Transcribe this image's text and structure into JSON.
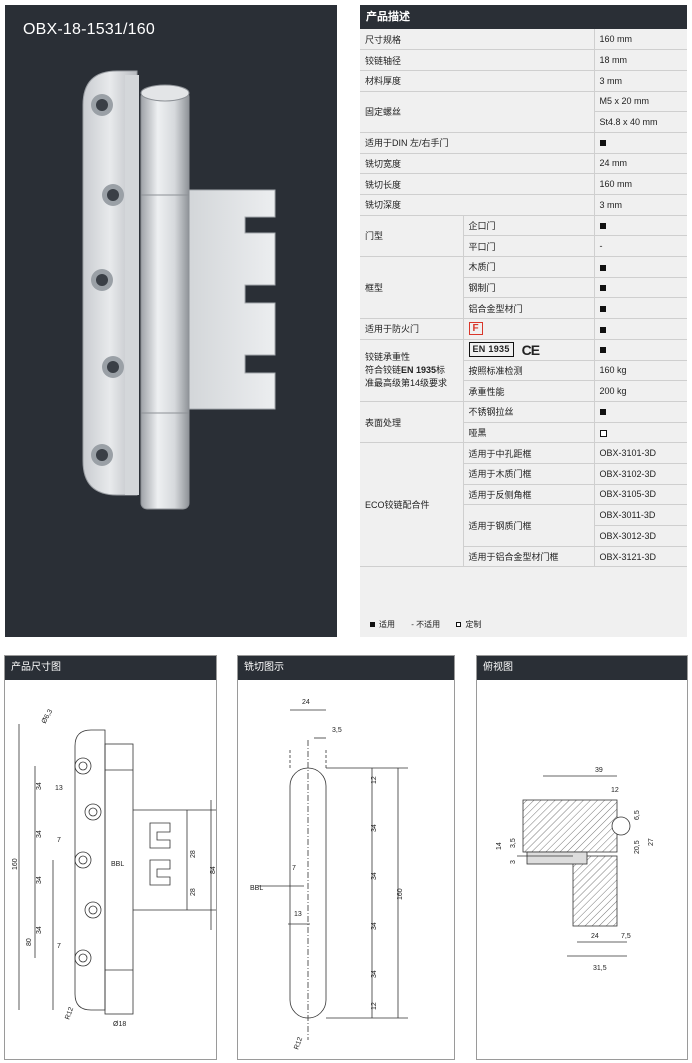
{
  "product": {
    "title": "OBX-18-1531/160"
  },
  "spec": {
    "header": "产品描述",
    "rows": {
      "size": {
        "label": "尺寸规格",
        "value": "160 mm"
      },
      "axis": {
        "label": "铰链轴径",
        "value": "18 mm"
      },
      "thickness": {
        "label": "材料厚度",
        "value": "3 mm"
      },
      "screws": {
        "label": "固定螺丝",
        "value1": "M5 x 20 mm",
        "value2": "St4.8 x 40 mm"
      },
      "din": {
        "label": "适用于DIN  左/右手门"
      },
      "cut_width": {
        "label": "铣切宽度",
        "value": "24 mm"
      },
      "cut_length": {
        "label": "铣切长度",
        "value": "160 mm"
      },
      "cut_depth": {
        "label": "铣切深度",
        "value": "3 mm"
      },
      "door_type": {
        "label": "门型",
        "sub1": "企口门",
        "sub2": "平口门",
        "val2": "-"
      },
      "frame_type": {
        "label": "框型",
        "sub1": "木质门",
        "sub2": "钢制门",
        "sub3": "铝合金型材门"
      },
      "fire": {
        "label": "适用于防火门",
        "badge": "F"
      },
      "load": {
        "label1": "铰链承重性",
        "label2_pre": "符合铰链",
        "label2_bold": "EN 1935",
        "label2_post": "标",
        "label3": "准最高级第14级要求",
        "en_badge": "EN 1935",
        "ce": "CE",
        "sub1": "按照标准检测",
        "val1": "160 kg",
        "sub2": "承重性能",
        "val2": "200 kg"
      },
      "surface": {
        "label": "表面处理",
        "sub1": "不锈钢拉丝",
        "sub2": "哑黑"
      },
      "eco": {
        "label": "ECO铰链配合件",
        "sub1": "适用于中孔距框",
        "val1": "OBX-3101-3D",
        "sub2": "适用于木质门框",
        "val2": "OBX-3102-3D",
        "sub3": "适用于反侧角框",
        "val3": "OBX-3105-3D",
        "sub4": "适用于钢质门框",
        "val4a": "OBX-3011-3D",
        "val4b": "OBX-3012-3D",
        "sub5": "适用于铝合金型材门框",
        "val5": "OBX-3121-3D"
      }
    },
    "legend": {
      "applicable": "适用",
      "not_applicable": "不适用",
      "custom": "定制"
    }
  },
  "drawings": {
    "dimensions": {
      "header": "产品尺寸图",
      "labels": {
        "hole": "Ø6,3",
        "d13": "13",
        "d34": "34",
        "d7": "7",
        "d160": "160",
        "d80": "80",
        "r12": "R12",
        "d18": "Ø18",
        "bbl": "BBL",
        "d28": "28",
        "d84": "84"
      }
    },
    "milling": {
      "header": "铣切图示",
      "labels": {
        "d24": "24",
        "d35": "3,5",
        "d12": "12",
        "d34": "34",
        "d160": "160",
        "d7": "7",
        "d13": "13",
        "bbl": "BBL",
        "r12": "R12"
      }
    },
    "top_view": {
      "header": "俯视图",
      "labels": {
        "d39": "39",
        "d12": "12",
        "d65": "6,5",
        "d14": "14",
        "d35": "3,5",
        "d3": "3",
        "d205": "20,5",
        "d27": "27",
        "d24": "24",
        "d75": "7,5",
        "d315": "31,5"
      }
    }
  }
}
